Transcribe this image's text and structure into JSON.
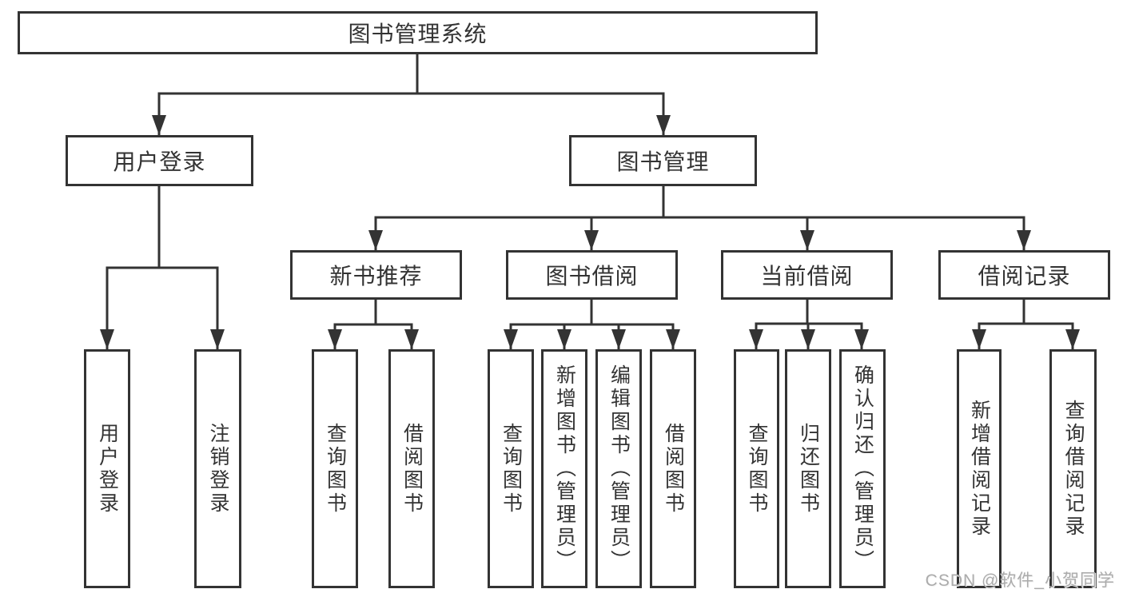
{
  "diagram_type": "hierarchy-tree",
  "tree": {
    "label": "图书管理系统",
    "children": [
      {
        "label": "用户登录",
        "children": [
          {
            "label": "用户登录"
          },
          {
            "label": "注销登录"
          }
        ]
      },
      {
        "label": "图书管理",
        "children": [
          {
            "label": "新书推荐",
            "children": [
              {
                "label": "查询图书"
              },
              {
                "label": "借阅图书"
              }
            ]
          },
          {
            "label": "图书借阅",
            "children": [
              {
                "label": "查询图书"
              },
              {
                "label": "新增图书（管理员）"
              },
              {
                "label": "编辑图书（管理员）"
              },
              {
                "label": "借阅图书"
              }
            ]
          },
          {
            "label": "当前借阅",
            "children": [
              {
                "label": "查询图书"
              },
              {
                "label": "归还图书"
              },
              {
                "label": "确认归还（管理员）"
              }
            ]
          },
          {
            "label": "借阅记录",
            "children": [
              {
                "label": "新增借阅记录"
              },
              {
                "label": "查询借阅记录"
              }
            ]
          }
        ]
      }
    ]
  },
  "watermark": {
    "text": "CSDN @软件_小贺同学"
  },
  "colors": {
    "line": "#333333",
    "text": "#333333",
    "background": "#ffffff",
    "watermark": "#ababab"
  }
}
